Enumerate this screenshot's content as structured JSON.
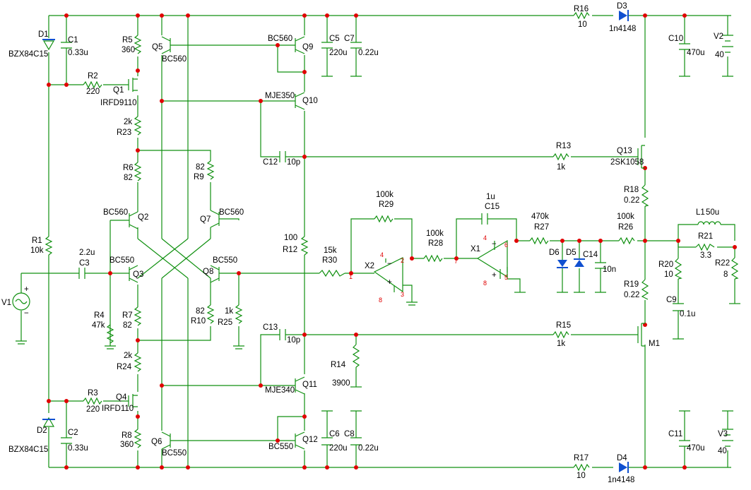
{
  "components": {
    "D1": {
      "ref": "D1",
      "value": "BZX84C15"
    },
    "D2": {
      "ref": "D2",
      "value": "BZX84C15"
    },
    "D3": {
      "ref": "D3",
      "value": "1n4148"
    },
    "D4": {
      "ref": "D4",
      "value": "1n4148"
    },
    "D5": {
      "ref": "D5"
    },
    "D6": {
      "ref": "D6"
    },
    "C1": {
      "ref": "C1",
      "value": "0.33u"
    },
    "C2": {
      "ref": "C2",
      "value": "0.33u"
    },
    "C3": {
      "ref": "C3",
      "value": "2.2u"
    },
    "C5": {
      "ref": "C5",
      "value": "220u"
    },
    "C6": {
      "ref": "C6",
      "value": "220u"
    },
    "C7": {
      "ref": "C7",
      "value": "0.22u"
    },
    "C8": {
      "ref": "C8",
      "value": "0.22u"
    },
    "C9": {
      "ref": "C9",
      "value": "0.1u"
    },
    "C10": {
      "ref": "C10",
      "value": "470u"
    },
    "C11": {
      "ref": "C11",
      "value": "470u"
    },
    "C12": {
      "ref": "C12",
      "value": "10p"
    },
    "C13": {
      "ref": "C13",
      "value": "10p"
    },
    "C14": {
      "ref": "C14",
      "value": "10n"
    },
    "C15": {
      "ref": "C15",
      "value": "1u"
    },
    "R1": {
      "ref": "R1",
      "value": "10k"
    },
    "R2": {
      "ref": "R2",
      "value": "220"
    },
    "R3": {
      "ref": "R3",
      "value": "220"
    },
    "R4": {
      "ref": "R4",
      "value": "47k"
    },
    "R5": {
      "ref": "R5",
      "value": "360"
    },
    "R6": {
      "ref": "R6",
      "value": "82"
    },
    "R7": {
      "ref": "R7",
      "value": "82"
    },
    "R8": {
      "ref": "R8",
      "value": "360"
    },
    "R9": {
      "ref": "R9",
      "value": "82"
    },
    "R10": {
      "ref": "R10",
      "value": "82"
    },
    "R12": {
      "ref": "R12",
      "value": "100"
    },
    "R13": {
      "ref": "R13",
      "value": "1k"
    },
    "R14": {
      "ref": "R14",
      "value": "3900"
    },
    "R15": {
      "ref": "R15",
      "value": "1k"
    },
    "R16": {
      "ref": "R16",
      "value": "10"
    },
    "R17": {
      "ref": "R17",
      "value": "10"
    },
    "R18": {
      "ref": "R18",
      "value": "0.22"
    },
    "R19": {
      "ref": "R19",
      "value": "0.22"
    },
    "R20": {
      "ref": "R20",
      "value": "10"
    },
    "R21": {
      "ref": "R21",
      "value": "3.3"
    },
    "R22": {
      "ref": "R22",
      "value": "8"
    },
    "R23": {
      "ref": "R23",
      "value": "2k"
    },
    "R24": {
      "ref": "R24",
      "value": "2k"
    },
    "R25": {
      "ref": "R25",
      "value": "1k"
    },
    "R26": {
      "ref": "R26",
      "value": "100k"
    },
    "R27": {
      "ref": "R27",
      "value": "470k"
    },
    "R28": {
      "ref": "R28",
      "value": "100k"
    },
    "R29": {
      "ref": "R29",
      "value": "100k"
    },
    "R30": {
      "ref": "R30",
      "value": "15k"
    },
    "L1": {
      "ref": "L1",
      "value": "50u"
    },
    "Q1": {
      "ref": "Q1",
      "value": "IRFD9110"
    },
    "Q2": {
      "ref": "Q2",
      "value": "BC560"
    },
    "Q3": {
      "ref": "Q3",
      "value": "BC550"
    },
    "Q4": {
      "ref": "Q4",
      "value": "IRFD110"
    },
    "Q5": {
      "ref": "Q5",
      "value": "BC560"
    },
    "Q6": {
      "ref": "Q6",
      "value": "BC550"
    },
    "Q7": {
      "ref": "Q7",
      "value": "BC560"
    },
    "Q8": {
      "ref": "Q8",
      "value": "BC550"
    },
    "Q9": {
      "ref": "Q9",
      "value": "BC560"
    },
    "Q10": {
      "ref": "Q10",
      "value": "MJE350"
    },
    "Q11": {
      "ref": "Q11",
      "value": "MJE340"
    },
    "Q12": {
      "ref": "Q12",
      "value": "BC550"
    },
    "Q13": {
      "ref": "Q13",
      "value": "2SK1058"
    },
    "M1": {
      "ref": "M1"
    },
    "V1": {
      "ref": "V1"
    },
    "V2": {
      "ref": "V2",
      "value": "40"
    },
    "V3": {
      "ref": "V3",
      "value": "40"
    },
    "X1": {
      "ref": "X1"
    },
    "X2": {
      "ref": "X2"
    }
  },
  "pins": {
    "x2_in_minus": "2",
    "x2_in_plus": "3",
    "x2_vminus": "4",
    "x2_vplus": "8",
    "x2_out": "1",
    "x1_in_minus": "7",
    "x1_in_plus": "5",
    "x1_vminus": "4",
    "x1_vplus": "8",
    "x1_out": "6"
  },
  "pin_signs": {
    "minus": "−",
    "plus": "+"
  },
  "colors": {
    "wire": "#109010",
    "node": "#e00000",
    "text": "#000000",
    "pin": "#e00000",
    "diode": "#1050d0"
  }
}
